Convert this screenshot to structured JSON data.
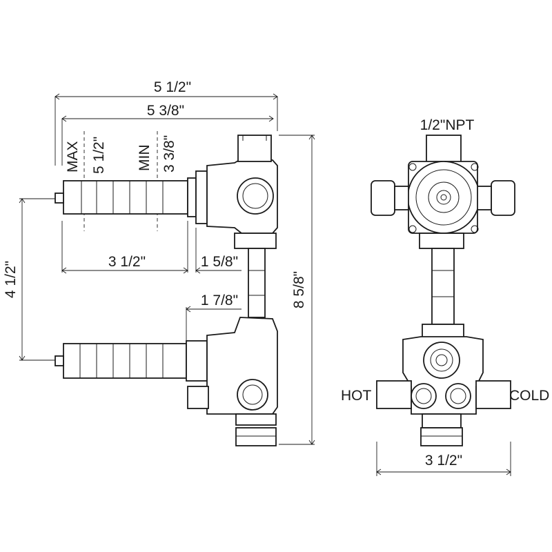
{
  "dimensions": {
    "overall_depth": "5 1/2\"",
    "depth_2": "5 3/8\"",
    "max_label": "MAX",
    "max_value": "5 1/2\"",
    "min_label": "MIN",
    "min_value": "3 3/8\"",
    "stem_length": "3 1/2\"",
    "valve_offset_upper": "1 5/8\"",
    "valve_offset_lower": "1 7/8\"",
    "vertical_spacing": "4 1/2\"",
    "overall_height": "8 5/8\"",
    "inlet_spacing": "3 1/2\""
  },
  "labels": {
    "npt": "1/2\"NPT",
    "hot": "HOT",
    "cold": "COLD"
  }
}
